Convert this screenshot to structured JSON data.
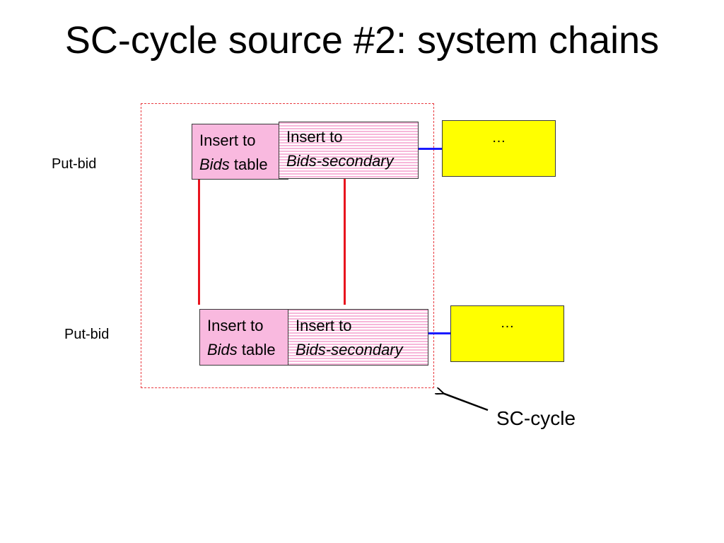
{
  "slide": {
    "title": "SC-cycle source #2: system chains"
  },
  "rows": [
    {
      "label": "Put-bid",
      "box1": {
        "line1": "Insert to",
        "line2_em": "Bids",
        "line2_rest": " table"
      },
      "box2": {
        "line1": "Insert to",
        "line2_em": "Bids-secondary"
      },
      "box3": {
        "text": "…"
      }
    },
    {
      "label": "Put-bid",
      "box1": {
        "line1": "Insert to",
        "line2_em": "Bids",
        "line2_rest": " table"
      },
      "box2": {
        "line1": "Insert to",
        "line2_em": "Bids-secondary"
      },
      "box3": {
        "text": "…"
      }
    }
  ],
  "callout": {
    "label": "SC-cycle"
  },
  "colors": {
    "pink": "#f9b9df",
    "yellow": "#ffff00",
    "red_edge": "#e8141e",
    "blue_link": "#1a1aff",
    "dashed_border": "#e8393e"
  }
}
